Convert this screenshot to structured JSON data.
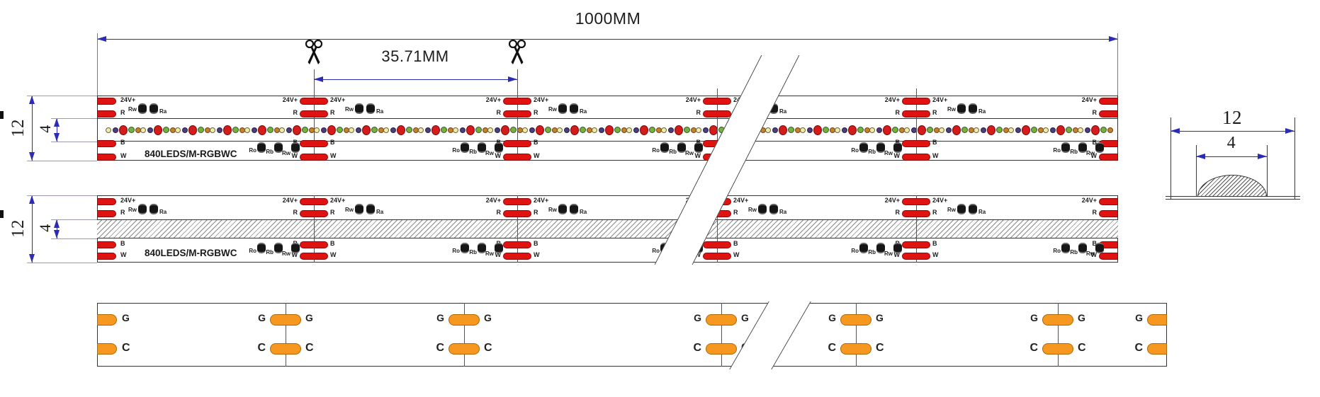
{
  "dims": {
    "overall": "1000MM",
    "cut_spacing": "35.71MM",
    "strip_width": "12",
    "light_zone_width": "4"
  },
  "strip": {
    "marking": "840LEDS/M-RGBWC",
    "pads": {
      "plus24": "24V+",
      "red": "R",
      "blue": "B",
      "white": "W"
    },
    "resistor_pair": [
      "Rw",
      "Ra"
    ],
    "resistor_trio": [
      "Ro",
      "Rb",
      "Rw"
    ],
    "bottom_pads": {
      "g": "G",
      "c": "C"
    }
  },
  "icons": {
    "scissors": "scissors-icon"
  },
  "colors": {
    "dim_line": "#2b2bb4",
    "dim_text": "#2233b0",
    "text": "#1c1c1c",
    "outline": "#333333",
    "cut_line": "#555555",
    "ext_line": "#9a9ab8",
    "pad_red": "#e01313",
    "pad_red_border": "#8f0404",
    "pad_orange": "#f6981f",
    "pad_orange_border": "#b06707",
    "resistor_black": "#161616",
    "led_yellow": "#f0eab2",
    "led_purple": "#4a4080",
    "led_red": "#d41c1c",
    "led_green": "#76b043",
    "led_orange": "#c5812e"
  }
}
